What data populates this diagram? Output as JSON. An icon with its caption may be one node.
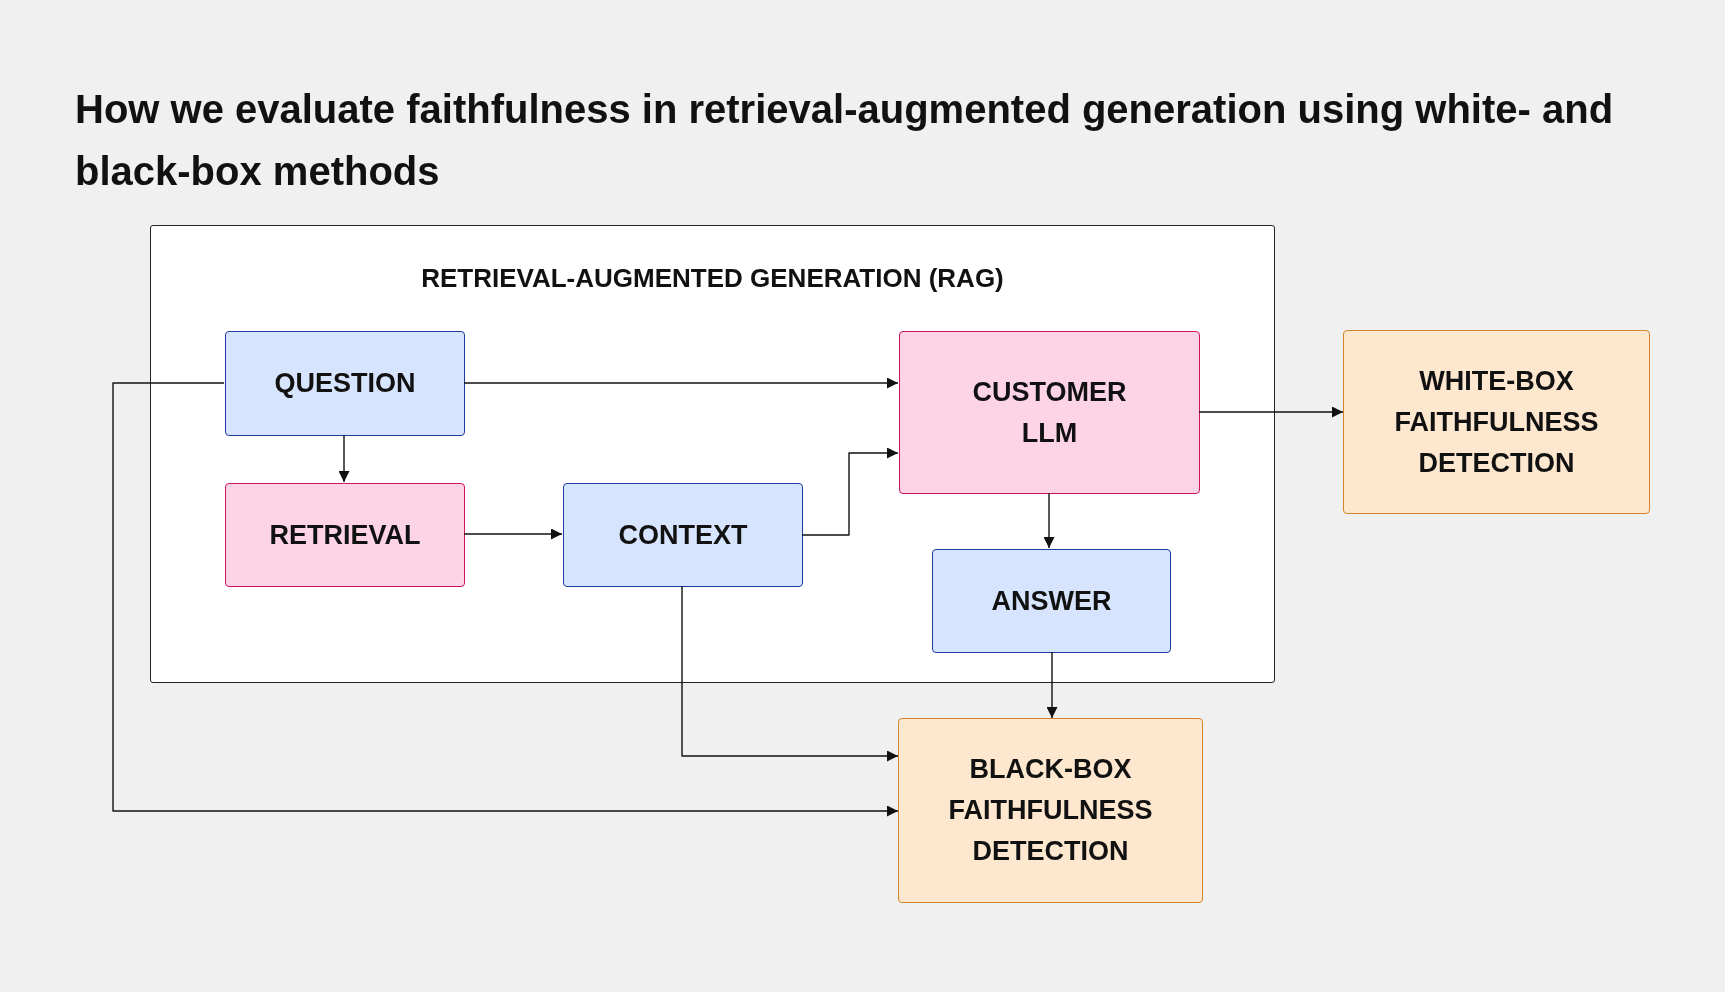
{
  "diagram": {
    "title": "How we evaluate faithfulness in retrieval-augmented generation using white- and black-box methods",
    "nodes": [
      {
        "text": [
          "RETRIEVAL-AUGMENTED GENERATION (RAG)"
        ]
      },
      {
        "text": [
          "QUESTION"
        ],
        "in": 0
      },
      {
        "text": [
          "RETRIEVAL"
        ],
        "in": 0
      },
      {
        "text": [
          "CONTEXT"
        ],
        "in": 0
      },
      {
        "text": [
          "CUSTOMER LLM"
        ],
        "in": 0
      },
      {
        "text": [
          "ANSWER"
        ],
        "in": 0
      },
      {
        "text": [
          "WHITE-BOX FAITHFULNESS DETECTION"
        ]
      },
      {
        "text": [
          "BLACK-BOX FAITHFULNESS DETECTION"
        ]
      }
    ],
    "edges": [
      {
        "from": 1,
        "to": 4,
        "arrow": "to"
      },
      {
        "from": 1,
        "to": 2,
        "arrow": "to"
      },
      {
        "from": 2,
        "to": 3,
        "arrow": "to"
      },
      {
        "from": 3,
        "to": 4,
        "arrow": "to"
      },
      {
        "from": 4,
        "to": 6,
        "arrow": "to"
      },
      {
        "from": 4,
        "to": 5,
        "arrow": "to"
      },
      {
        "from": 5,
        "to": 7,
        "arrow": "to"
      },
      {
        "from": 3,
        "to": 7,
        "arrow": "to"
      },
      {
        "from": 1,
        "to": 7,
        "arrow": "to"
      }
    ]
  }
}
